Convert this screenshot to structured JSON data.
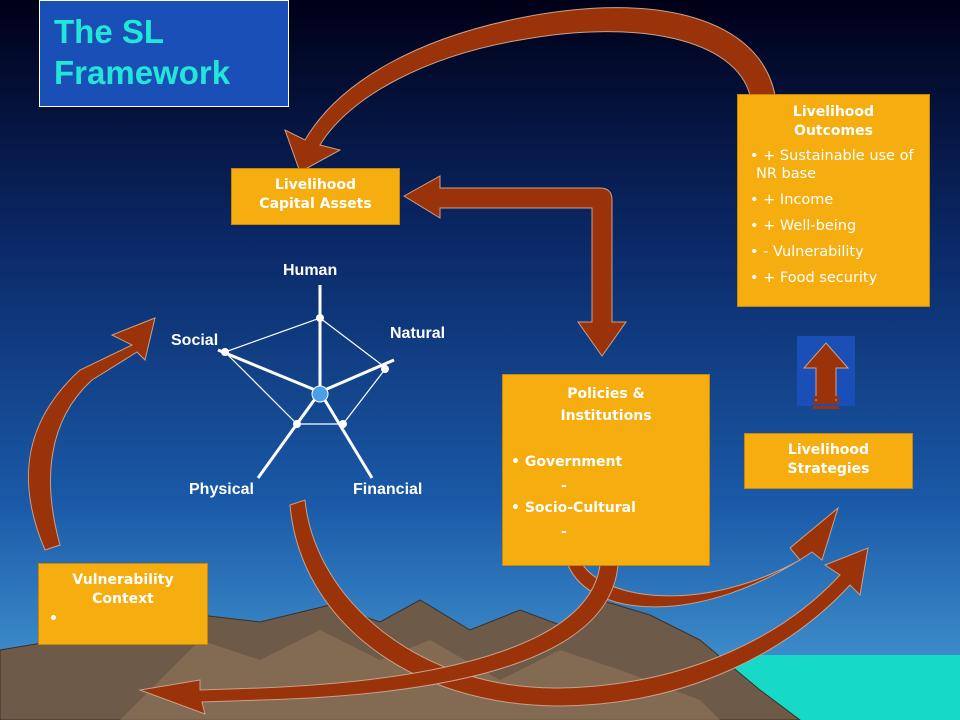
{
  "title": "The SL Framework",
  "boxes": {
    "capital_assets": "Livelihood Capital Assets",
    "outcomes": {
      "heading": "Livelihood Outcomes",
      "items": [
        "+ Sustainable use of NR base",
        "+ Income",
        "+ Well-being",
        "- Vulnerability",
        "+ Food security"
      ]
    },
    "policies": {
      "heading": "Policies & Institutions",
      "items": [
        "Government",
        "Socio-Cultural"
      ],
      "dashes": [
        "-",
        "-"
      ]
    },
    "strategies": "Livelihood Strategies",
    "vulnerability": {
      "heading": "Vulnerability Context",
      "bullet": "•"
    }
  },
  "pentagon": {
    "human": "Human",
    "natural": "Natural",
    "financial": "Financial",
    "physical": "Physical",
    "social": "Social"
  },
  "colors": {
    "box_fill": "#f5ad10",
    "arrow": "#8b2a07",
    "title_text": "#22e6d6",
    "title_fill": "#1a4fb8"
  }
}
